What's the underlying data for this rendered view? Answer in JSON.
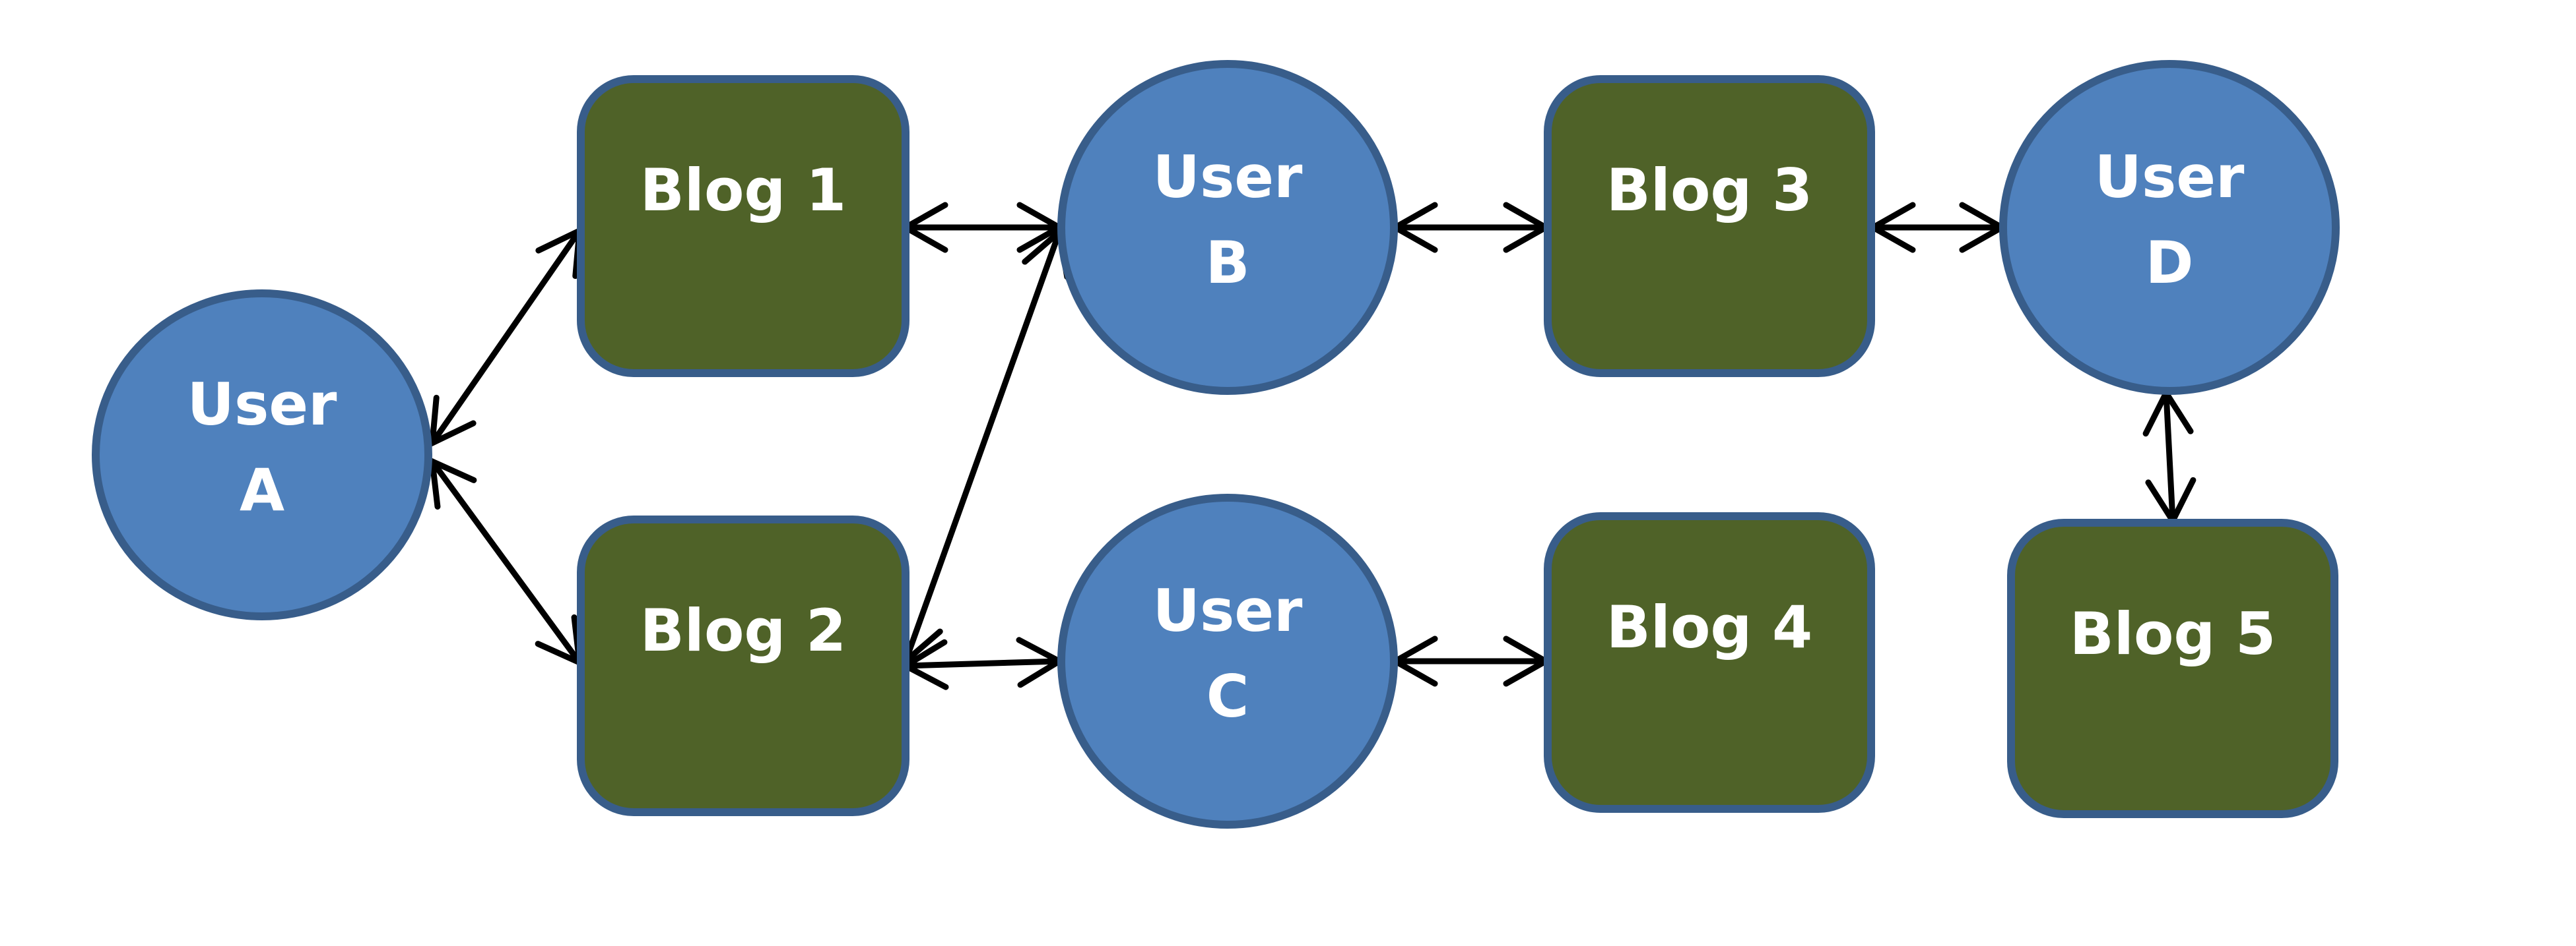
{
  "colors": {
    "user_fill": "#4F81BD",
    "user_stroke": "#385D8A",
    "blog_fill": "#4F6228",
    "blog_stroke": "#385D8A",
    "label": "#FFFFFF",
    "edge": "#000000"
  },
  "nodes": [
    {
      "id": "userA",
      "kind": "user",
      "lines": [
        "User",
        "A"
      ]
    },
    {
      "id": "blog1",
      "kind": "blog",
      "lines": [
        "Blog 1"
      ]
    },
    {
      "id": "blog2",
      "kind": "blog",
      "lines": [
        "Blog 2"
      ]
    },
    {
      "id": "userB",
      "kind": "user",
      "lines": [
        "User",
        "B"
      ]
    },
    {
      "id": "userC",
      "kind": "user",
      "lines": [
        "User",
        "C"
      ]
    },
    {
      "id": "blog3",
      "kind": "blog",
      "lines": [
        "Blog 3"
      ]
    },
    {
      "id": "blog4",
      "kind": "blog",
      "lines": [
        "Blog 4"
      ]
    },
    {
      "id": "userD",
      "kind": "user",
      "lines": [
        "User",
        "D"
      ]
    },
    {
      "id": "blog5",
      "kind": "blog",
      "lines": [
        "Blog 5"
      ]
    }
  ],
  "edges": [
    {
      "from": "userA",
      "to": "blog1",
      "direction": "both"
    },
    {
      "from": "userA",
      "to": "blog2",
      "direction": "both"
    },
    {
      "from": "blog1",
      "to": "userB",
      "direction": "both"
    },
    {
      "from": "blog2",
      "to": "userB",
      "direction": "both"
    },
    {
      "from": "blog2",
      "to": "userC",
      "direction": "both"
    },
    {
      "from": "userB",
      "to": "blog3",
      "direction": "both"
    },
    {
      "from": "userC",
      "to": "blog4",
      "direction": "both"
    },
    {
      "from": "blog3",
      "to": "userD",
      "direction": "both"
    },
    {
      "from": "userD",
      "to": "blog5",
      "direction": "both"
    }
  ]
}
